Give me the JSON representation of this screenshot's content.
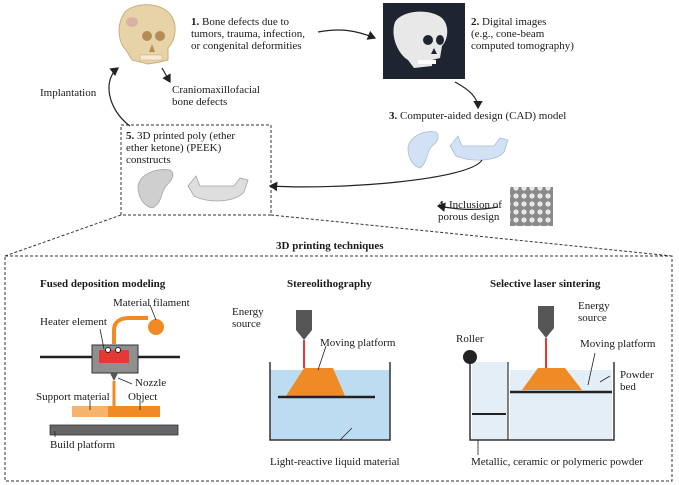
{
  "top": {
    "step1_num": "1.",
    "step1_lines": [
      "Bone defects due to",
      "tumors, trauma, infection,",
      "or congenital deformities"
    ],
    "step2_num": "2.",
    "step2_lines": [
      "Digital images",
      "(e.g., cone-beam",
      "computed tomography)"
    ],
    "cranio_lines": [
      "Craniomaxillofacial",
      "bone defects"
    ],
    "implantation": "Implantation",
    "step3_num": "3.",
    "step3_text": "Computer-aided design (CAD) model",
    "step5_num": "5.",
    "step5_lines": [
      "3D printed poly (ether",
      "ether ketone) (PEEK)",
      "constructs"
    ],
    "step4_num": "4.",
    "step4_lines": [
      "Inclusion of",
      "porous design"
    ]
  },
  "bottom": {
    "title": "3D printing techniques",
    "fdm": {
      "title": "Fused deposition modeling",
      "material_filament": "Material filament",
      "heater_element": "Heater element",
      "nozzle": "Nozzle",
      "support_material": "Support material",
      "object": "Object",
      "build_platform": "Build platform"
    },
    "sla": {
      "title": "Stereolithography",
      "energy_lines": [
        "Energy",
        "source"
      ],
      "moving_platform": "Moving platform",
      "liquid": "Light-reactive liquid material"
    },
    "sls": {
      "title": "Selective laser sintering",
      "energy_lines": [
        "Energy",
        "source"
      ],
      "roller": "Roller",
      "moving_platform": "Moving platform",
      "powder_lines": [
        "Powder",
        "bed"
      ],
      "powder": "Metallic, ceramic or polymeric powder"
    }
  },
  "colors": {
    "orange": "#f08a24",
    "red": "#e53935",
    "liquid": "#bcdcf2",
    "powder": "#e4eef7",
    "bone": "#e8d3a8",
    "grey": "#555555"
  }
}
